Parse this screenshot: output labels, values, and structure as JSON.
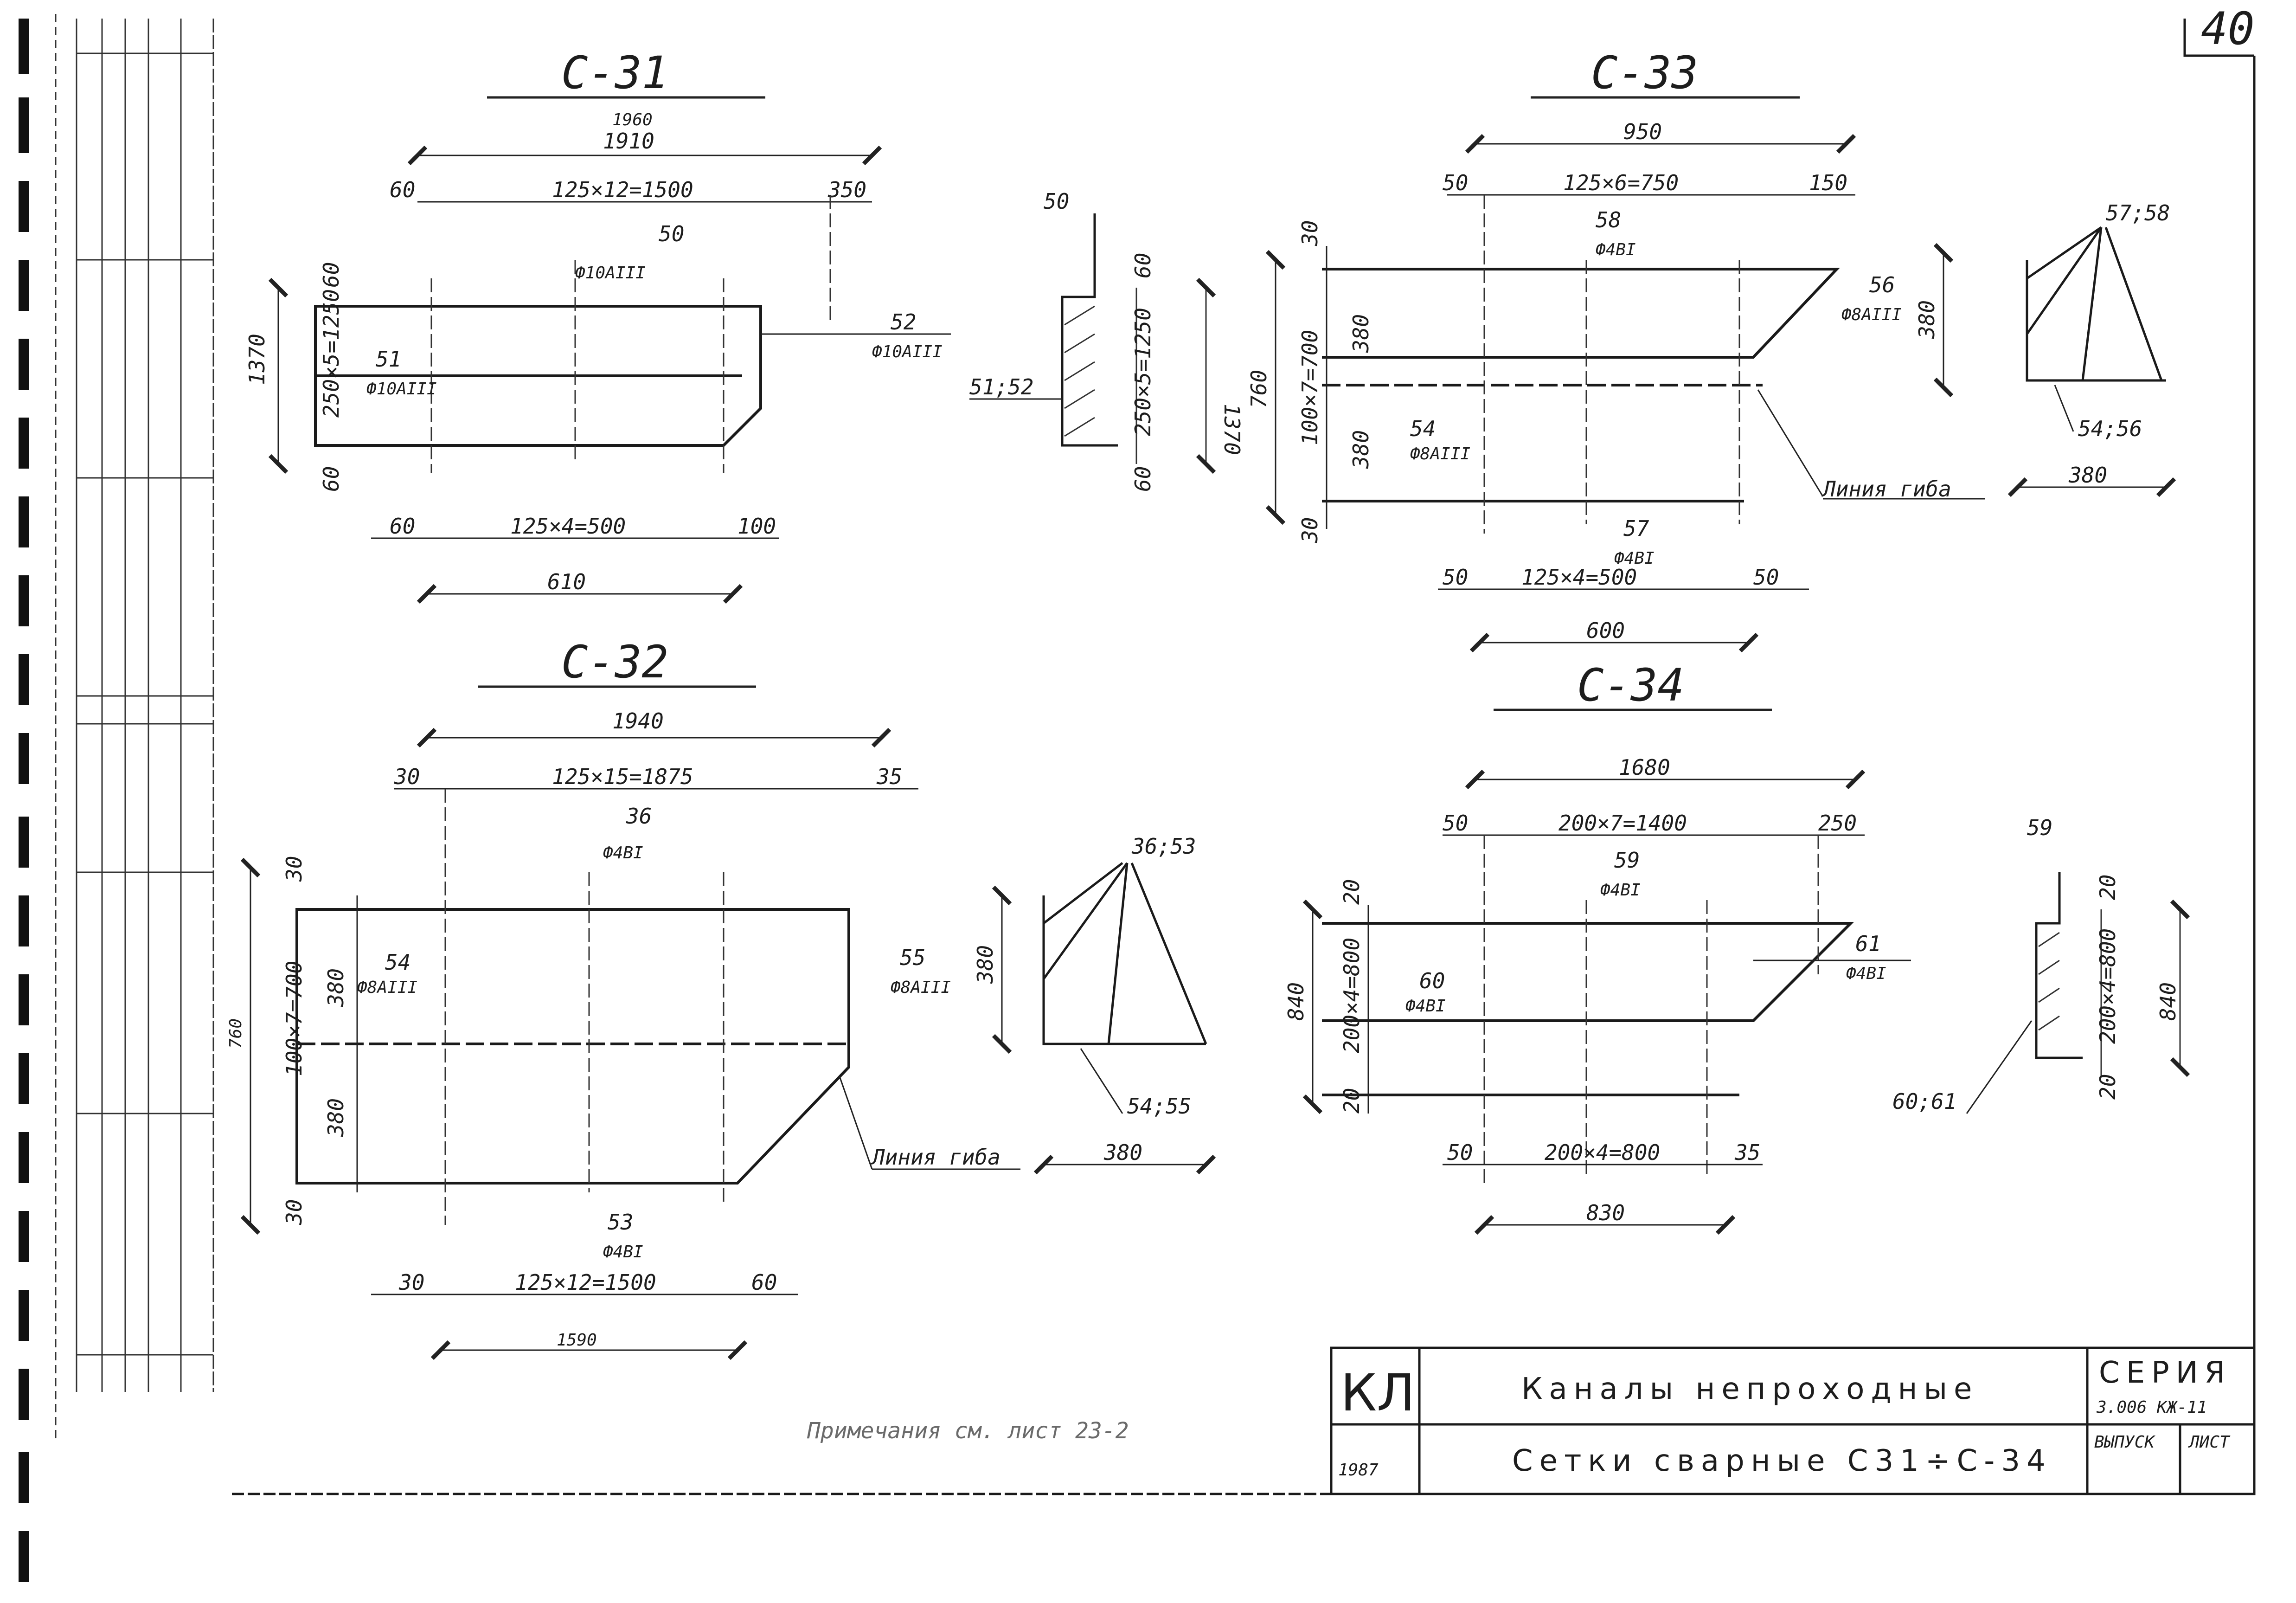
{
  "sheet": {
    "page_number": "40",
    "note": "Примечания см. лист 23-2"
  },
  "title_block": {
    "org": "КЛ",
    "name_line1": "Каналы непроходные",
    "name_line2": "Сетки сварные С31÷С-34",
    "series_label": "СЕРИЯ",
    "series_value": "3.006 КЖ-11",
    "year": "1987",
    "issue_label": "ВЫПУСК",
    "sheet_label": "ЛИСТ"
  },
  "c31": {
    "title": "С-31",
    "overall": "1910",
    "overall_alt": "1960",
    "top_left": "60",
    "top_mid": "125×12=1500",
    "top_right": "350",
    "bar_top_mark": "50",
    "bar_top_spec": "Ф10АIII",
    "bar_right_mark": "52",
    "bar_right_spec": "Ф10АIII",
    "bar_left_mark": "51",
    "bar_left_spec": "Ф10АIII",
    "side_top": "60",
    "side_mid": "250×5=1250",
    "side_bot": "60",
    "height": "1370",
    "bot_left": "60",
    "bot_mid": "125×4=500",
    "bot_right": "100",
    "bot_total": "610",
    "section_top": "50",
    "section_left": "51;52",
    "section_top_side": "60",
    "section_mid": "250×5=1250",
    "section_bot": "60",
    "section_height": "1370"
  },
  "c32": {
    "title": "С-32",
    "overall": "1940",
    "top_left": "30",
    "top_mid": "125×15=1875",
    "top_right": "35",
    "bar_top_mark": "36",
    "bar_top_spec": "Ф4ВI",
    "bar_left_mark": "54",
    "bar_left_spec": "Ф8АIII",
    "bar_right_mark": "55",
    "bar_right_spec": "Ф8АIII",
    "side_top": "30",
    "side_upper": "380",
    "side_lower": "380",
    "side_bot": "30",
    "side_total": "100×7=700",
    "height": "760",
    "bend_label": "Линия гиба",
    "bar_bot_mark": "53",
    "bar_bot_spec": "Ф4ВI",
    "bot_left": "30",
    "bot_mid": "125×12=1500",
    "bot_right": "60",
    "bot_total": "1590",
    "section_mark": "36;53",
    "section_height": "380",
    "section_bars": "54;55",
    "section_width": "380"
  },
  "c33": {
    "title": "С-33",
    "overall": "950",
    "top_left": "50",
    "top_mid": "125×6=750",
    "top_right": "150",
    "bar_top_mark": "58",
    "bar_top_spec": "Ф4ВI",
    "bar_right_mark": "56",
    "bar_right_spec": "Ф8АIII",
    "bar_left_mark": "54",
    "bar_left_spec": "Ф8АIII",
    "side_top": "30",
    "side_upper": "380",
    "side_lower": "380",
    "side_bot": "30",
    "side_total": "100×7=700",
    "height": "760",
    "bend_label": "Линия гиба",
    "bar_bot_mark": "57",
    "bar_bot_spec": "Ф4ВI",
    "bot_left": "50",
    "bot_mid": "125×4=500",
    "bot_right": "50",
    "bot_total": "600",
    "section_mark": "57;58",
    "section_height": "380",
    "section_bars": "54;56",
    "section_width": "380"
  },
  "c34": {
    "title": "С-34",
    "overall": "1680",
    "top_left": "50",
    "top_mid": "200×7=1400",
    "top_right": "250",
    "bar_top_mark": "59",
    "bar_top_spec": "Ф4ВI",
    "bar_right_mark": "61",
    "bar_right_spec": "Ф4ВI",
    "bar_left_mark": "60",
    "bar_left_spec": "Ф4ВI",
    "side_top": "20",
    "side_mid": "200×4=800",
    "side_bot": "20",
    "height": "840",
    "bot_left": "50",
    "bot_mid": "200×4=800",
    "bot_right": "35",
    "bot_total": "830",
    "section_mark": "59",
    "section_bars": "60;61",
    "section_top": "20",
    "section_mid": "200×4=800",
    "section_bot": "20",
    "section_height": "840"
  }
}
